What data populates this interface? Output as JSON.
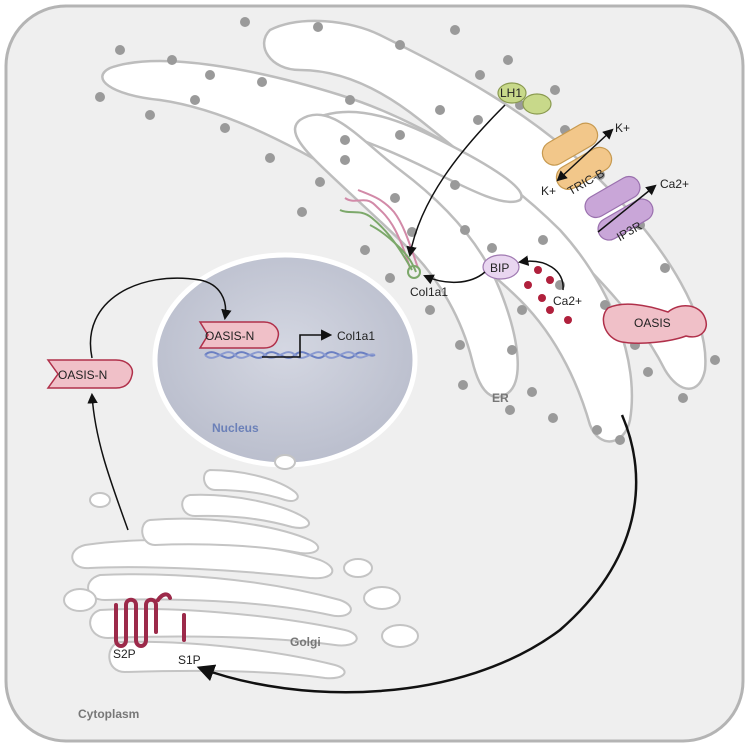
{
  "colors": {
    "cell_fill": "#efefef",
    "cell_stroke": "#aaaaaa",
    "ribosome": "#9a9a9a",
    "nucleus_fill": "#c5c9d6",
    "oasis": "#f0c0c8",
    "oasis_stroke": "#b0304a",
    "lh1": "#c8d98a",
    "tric": "#f2c78a",
    "ip3r": "#c9a6d8",
    "bip": "#e9d6f0",
    "calcium": "#b0203c",
    "collagen_pink": "#d28aa8",
    "collagen_green": "#7ca86a",
    "dna": "#6a7fc2",
    "s1p_s2p": "#9c2a4a"
  },
  "labels": {
    "lh1": "LH1",
    "k_plus_top": "K+",
    "k_plus_bottom": "K+",
    "tric_b": "TRIC-B",
    "ca_top": "Ca2+",
    "ip3r": "IP3R",
    "bip": "BIP",
    "ca_middle": "Ca2+",
    "col1a1_er": "Col1a1",
    "oasis": "OASIS",
    "er": "ER",
    "oasis_n_cytoplasm": "OASIS-N",
    "oasis_n_nucleus": "OASIS-N",
    "col1a1_nucleus": "Col1a1",
    "nucleus": "Nucleus",
    "s2p": "S2P",
    "s1p": "S1P",
    "golgi": "Golgi",
    "cytoplasm": "Cytoplasm"
  }
}
